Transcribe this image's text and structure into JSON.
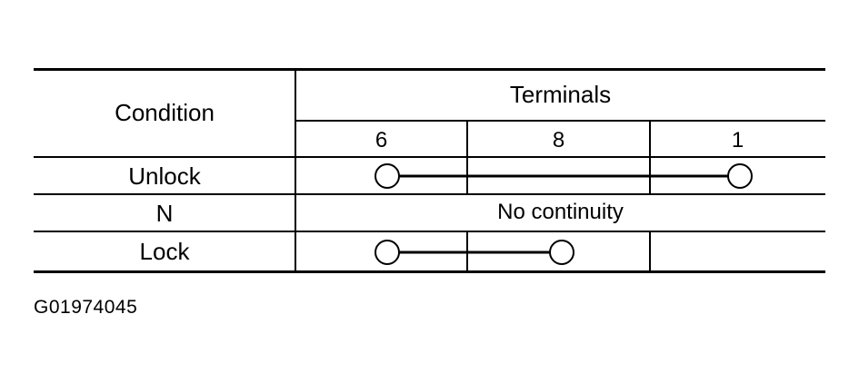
{
  "table": {
    "header": {
      "condition_label": "Condition",
      "terminals_label": "Terminals",
      "terminal_numbers": [
        "6",
        "8",
        "1"
      ]
    },
    "rows": [
      {
        "condition": "Unlock",
        "connected_terminals": [
          "6",
          "1"
        ],
        "note": ""
      },
      {
        "condition": "N",
        "connected_terminals": [],
        "note": "No continuity"
      },
      {
        "condition": "Lock",
        "connected_terminals": [
          "6",
          "8"
        ],
        "note": ""
      }
    ]
  },
  "figure_code": "G01974045"
}
